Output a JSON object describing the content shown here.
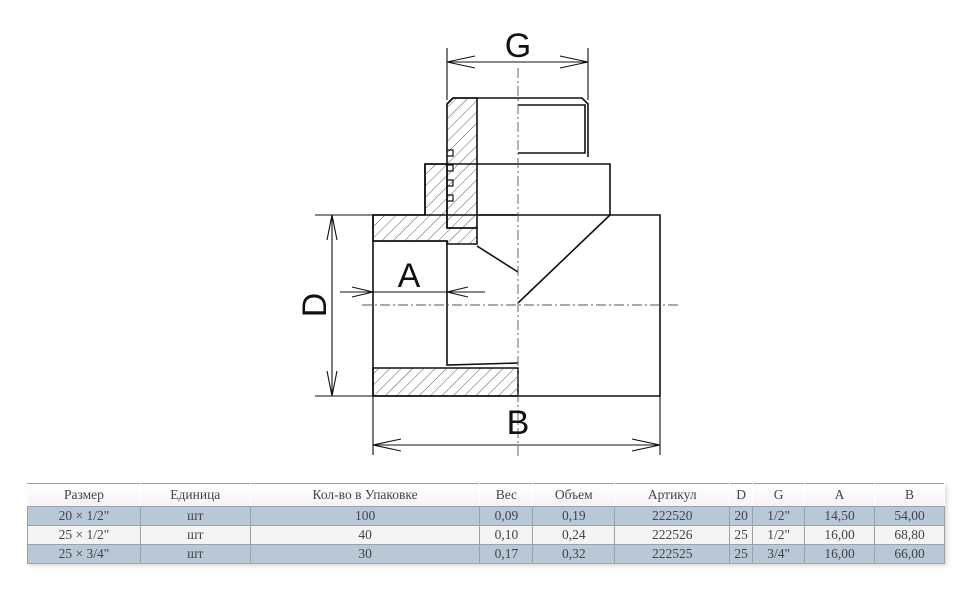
{
  "diagram": {
    "labels": {
      "G": "G",
      "A": "A",
      "D": "D",
      "B": "B"
    }
  },
  "table": {
    "headers": [
      "Размер",
      "Единица",
      "Кол-во в Упаковке",
      "Вес",
      "Объем",
      "Артикул",
      "D",
      "G",
      "A",
      "B"
    ],
    "rows": [
      [
        "20 × 1/2\"",
        "шт",
        "100",
        "0,09",
        "0,19",
        "222520",
        "20",
        "1/2\"",
        "14,50",
        "54,00"
      ],
      [
        "25 × 1/2\"",
        "шт",
        "40",
        "0,10",
        "0,24",
        "222526",
        "25",
        "1/2\"",
        "16,00",
        "68,80"
      ],
      [
        "25 × 3/4\"",
        "шт",
        "30",
        "0,17",
        "0,32",
        "222525",
        "25",
        "3/4\"",
        "16,00",
        "66,00"
      ]
    ]
  }
}
